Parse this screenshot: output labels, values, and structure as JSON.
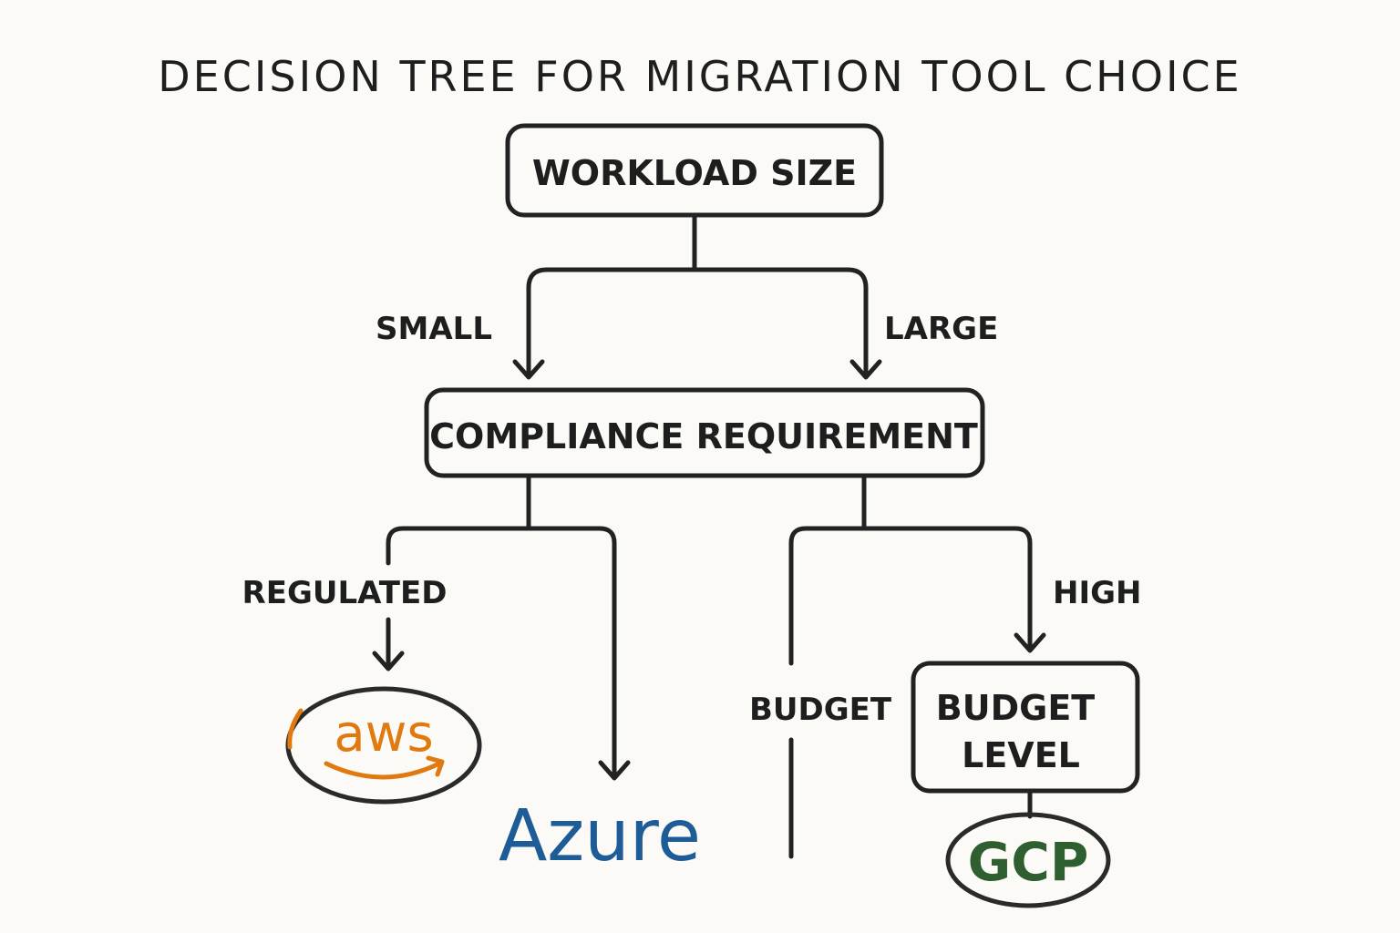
{
  "title": "DECISION TREE FOR MIGRATION TOOL CHOICE",
  "nodes": {
    "workload_size": "WORKLOAD SIZE",
    "compliance_requirement": "COMPLIANCE REQUIREMENT",
    "budget_level": [
      "BUDGET",
      "LEVEL"
    ]
  },
  "edge_labels": {
    "small": "SMALL",
    "large": "LARGE",
    "regulated": "REGULATED",
    "high": "HIGH",
    "budget": "BUDGET"
  },
  "outcomes": {
    "aws": {
      "label": "aws",
      "color": "#e07a10"
    },
    "azure": {
      "label": "Azure",
      "color": "#1d5c96"
    },
    "gcp": {
      "label": "GCP",
      "color": "#2f5e30"
    }
  }
}
